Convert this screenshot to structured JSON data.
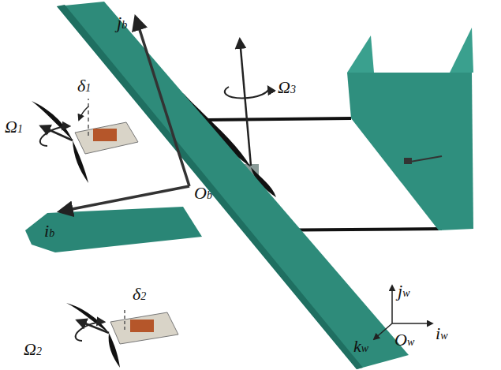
{
  "diagram": {
    "labels": [
      "δ1",
      "Ω1",
      "jb",
      "ib",
      "Ob",
      "δ2",
      "Ω2",
      "Ω3",
      "jw",
      "iw",
      "kw",
      "Ow"
    ]
  }
}
